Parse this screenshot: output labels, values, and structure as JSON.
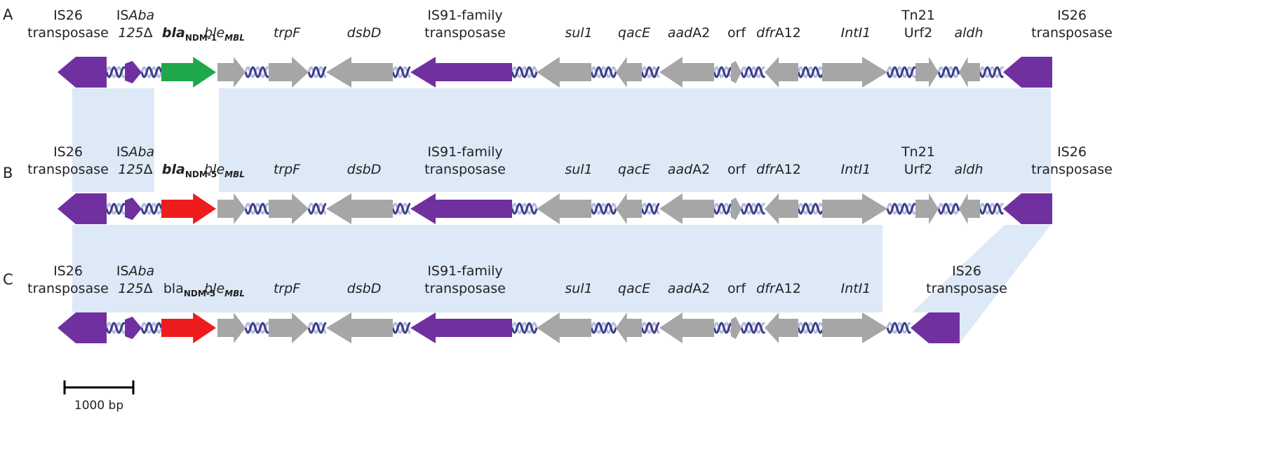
{
  "colors": {
    "transposase": "#7030a0",
    "ndm1": "#1ea84a",
    "ndm5": "#ee1c1c",
    "gene": "#a6a6a6",
    "shade": "#dde9f6",
    "helix_dark": "#3b3f8a",
    "helix_light": "#b4b9df"
  },
  "rows": [
    {
      "letter": "A",
      "genes": [
        {
          "id": "is26l",
          "lines": [
            [
              {
                "t": "IS26"
              }
            ],
            [
              {
                "t": "transposase"
              }
            ]
          ],
          "color": "transposase"
        },
        {
          "id": "isaba",
          "lines": [
            [
              {
                "t": "IS"
              },
              {
                "t": "Aba",
                "s": "i"
              }
            ],
            [
              {
                "t": "125",
                "s": "i"
              },
              {
                "t": "Δ"
              }
            ]
          ],
          "color": "transposase"
        },
        {
          "id": "ndm",
          "lines": [
            [
              {
                "t": "bla",
                "s": "bi"
              },
              {
                "t": "NDM-1",
                "s": "sub-b"
              }
            ]
          ],
          "color": "ndm1"
        },
        {
          "id": "ble",
          "lines": [
            [
              {
                "t": "ble",
                "s": "i"
              },
              {
                "t": "MBL",
                "s": "sub-i"
              }
            ]
          ],
          "color": "gene"
        },
        {
          "id": "trpf",
          "lines": [
            [
              {
                "t": "trpF",
                "s": "i"
              }
            ]
          ],
          "color": "gene"
        },
        {
          "id": "dsbd",
          "lines": [
            [
              {
                "t": "dsbD",
                "s": "i"
              }
            ]
          ],
          "color": "gene"
        },
        {
          "id": "is91",
          "lines": [
            [
              {
                "t": "IS91-family"
              }
            ],
            [
              {
                "t": "transposase"
              }
            ]
          ],
          "color": "transposase"
        },
        {
          "id": "sul1",
          "lines": [
            [
              {
                "t": "sul1",
                "s": "i"
              }
            ]
          ],
          "color": "gene"
        },
        {
          "id": "qace",
          "lines": [
            [
              {
                "t": "qacE",
                "s": "i"
              }
            ]
          ],
          "color": "gene"
        },
        {
          "id": "aada2",
          "lines": [
            [
              {
                "t": "aad",
                "s": "i"
              },
              {
                "t": "A2"
              }
            ]
          ],
          "color": "gene"
        },
        {
          "id": "orf",
          "lines": [
            [
              {
                "t": "orf"
              }
            ]
          ],
          "color": "gene"
        },
        {
          "id": "dfra12",
          "lines": [
            [
              {
                "t": "dfr",
                "s": "i"
              },
              {
                "t": "A12"
              }
            ]
          ],
          "color": "gene"
        },
        {
          "id": "intl1",
          "lines": [
            [
              {
                "t": "IntI1",
                "s": "i"
              }
            ]
          ],
          "color": "gene"
        },
        {
          "id": "tn21",
          "lines": [
            [
              {
                "t": "Tn21"
              }
            ],
            [
              {
                "t": "Urf2"
              }
            ]
          ],
          "color": "gene"
        },
        {
          "id": "aldh",
          "lines": [
            [
              {
                "t": "aldh",
                "s": "i"
              }
            ]
          ],
          "color": "gene"
        },
        {
          "id": "is26r",
          "lines": [
            [
              {
                "t": "IS26"
              }
            ],
            [
              {
                "t": "transposase"
              }
            ]
          ],
          "color": "transposase"
        }
      ]
    },
    {
      "letter": "B",
      "genes": [
        {
          "id": "is26l",
          "lines": [
            [
              {
                "t": "IS26"
              }
            ],
            [
              {
                "t": "transposase"
              }
            ]
          ],
          "color": "transposase"
        },
        {
          "id": "isaba",
          "lines": [
            [
              {
                "t": "IS"
              },
              {
                "t": "Aba",
                "s": "i"
              }
            ],
            [
              {
                "t": "125",
                "s": "i"
              },
              {
                "t": "Δ"
              }
            ]
          ],
          "color": "transposase"
        },
        {
          "id": "ndm",
          "lines": [
            [
              {
                "t": "bla",
                "s": "bi"
              },
              {
                "t": "NDM-5",
                "s": "sub-b"
              }
            ]
          ],
          "color": "ndm5"
        },
        {
          "id": "ble",
          "lines": [
            [
              {
                "t": "ble",
                "s": "i"
              },
              {
                "t": "MBL",
                "s": "sub-i"
              }
            ]
          ],
          "color": "gene"
        },
        {
          "id": "trpf",
          "lines": [
            [
              {
                "t": "trpF",
                "s": "i"
              }
            ]
          ],
          "color": "gene"
        },
        {
          "id": "dsbd",
          "lines": [
            [
              {
                "t": "dsbD",
                "s": "i"
              }
            ]
          ],
          "color": "gene"
        },
        {
          "id": "is91",
          "lines": [
            [
              {
                "t": "IS91-family"
              }
            ],
            [
              {
                "t": "transposase"
              }
            ]
          ],
          "color": "transposase"
        },
        {
          "id": "sul1",
          "lines": [
            [
              {
                "t": "sul1",
                "s": "i"
              }
            ]
          ],
          "color": "gene"
        },
        {
          "id": "qace",
          "lines": [
            [
              {
                "t": "qacE",
                "s": "i"
              }
            ]
          ],
          "color": "gene"
        },
        {
          "id": "aada2",
          "lines": [
            [
              {
                "t": "aad",
                "s": "i"
              },
              {
                "t": "A2"
              }
            ]
          ],
          "color": "gene"
        },
        {
          "id": "orf",
          "lines": [
            [
              {
                "t": "orf"
              }
            ]
          ],
          "color": "gene"
        },
        {
          "id": "dfra12",
          "lines": [
            [
              {
                "t": "dfr",
                "s": "i"
              },
              {
                "t": "A12"
              }
            ]
          ],
          "color": "gene"
        },
        {
          "id": "intl1",
          "lines": [
            [
              {
                "t": "IntI1",
                "s": "i"
              }
            ]
          ],
          "color": "gene"
        },
        {
          "id": "tn21",
          "lines": [
            [
              {
                "t": "Tn21"
              }
            ],
            [
              {
                "t": "Urf2"
              }
            ]
          ],
          "color": "gene"
        },
        {
          "id": "aldh",
          "lines": [
            [
              {
                "t": "aldh",
                "s": "i"
              }
            ]
          ],
          "color": "gene"
        },
        {
          "id": "is26r",
          "lines": [
            [
              {
                "t": "IS26"
              }
            ],
            [
              {
                "t": "transposase"
              }
            ]
          ],
          "color": "transposase"
        }
      ]
    },
    {
      "letter": "C",
      "genes": [
        {
          "id": "is26l",
          "lines": [
            [
              {
                "t": "IS26"
              }
            ],
            [
              {
                "t": "transposase"
              }
            ]
          ],
          "color": "transposase"
        },
        {
          "id": "isaba",
          "lines": [
            [
              {
                "t": "IS"
              },
              {
                "t": "Aba",
                "s": "i"
              }
            ],
            [
              {
                "t": "125",
                "s": "i"
              },
              {
                "t": "Δ"
              }
            ]
          ],
          "color": "transposase"
        },
        {
          "id": "ndm",
          "lines": [
            [
              {
                "t": "bla"
              },
              {
                "t": "NDM-5",
                "s": "sub"
              }
            ]
          ],
          "color": "ndm5"
        },
        {
          "id": "ble",
          "lines": [
            [
              {
                "t": "ble",
                "s": "i"
              },
              {
                "t": "MBL",
                "s": "sub-i"
              }
            ]
          ],
          "color": "gene"
        },
        {
          "id": "trpf",
          "lines": [
            [
              {
                "t": "trpF",
                "s": "i"
              }
            ]
          ],
          "color": "gene"
        },
        {
          "id": "dsbd",
          "lines": [
            [
              {
                "t": "dsbD",
                "s": "i"
              }
            ]
          ],
          "color": "gene"
        },
        {
          "id": "is91",
          "lines": [
            [
              {
                "t": "IS91-family"
              }
            ],
            [
              {
                "t": "transposase"
              }
            ]
          ],
          "color": "transposase"
        },
        {
          "id": "sul1",
          "lines": [
            [
              {
                "t": "sul1",
                "s": "i"
              }
            ]
          ],
          "color": "gene"
        },
        {
          "id": "qace",
          "lines": [
            [
              {
                "t": "qacE",
                "s": "i"
              }
            ]
          ],
          "color": "gene"
        },
        {
          "id": "aada2",
          "lines": [
            [
              {
                "t": "aad",
                "s": "i"
              },
              {
                "t": "A2"
              }
            ]
          ],
          "color": "gene"
        },
        {
          "id": "orf",
          "lines": [
            [
              {
                "t": "orf"
              }
            ]
          ],
          "color": "gene"
        },
        {
          "id": "dfra12",
          "lines": [
            [
              {
                "t": "dfr",
                "s": "i"
              },
              {
                "t": "A12"
              }
            ]
          ],
          "color": "gene"
        },
        {
          "id": "intl1",
          "lines": [
            [
              {
                "t": "IntI1",
                "s": "i"
              }
            ]
          ],
          "color": "gene"
        },
        {
          "id": "is26r",
          "lines": [
            [
              {
                "t": "IS26"
              }
            ],
            [
              {
                "t": "transposase"
              }
            ]
          ],
          "color": "transposase"
        }
      ]
    }
  ],
  "scale_bar": {
    "label": "1000 bp"
  }
}
